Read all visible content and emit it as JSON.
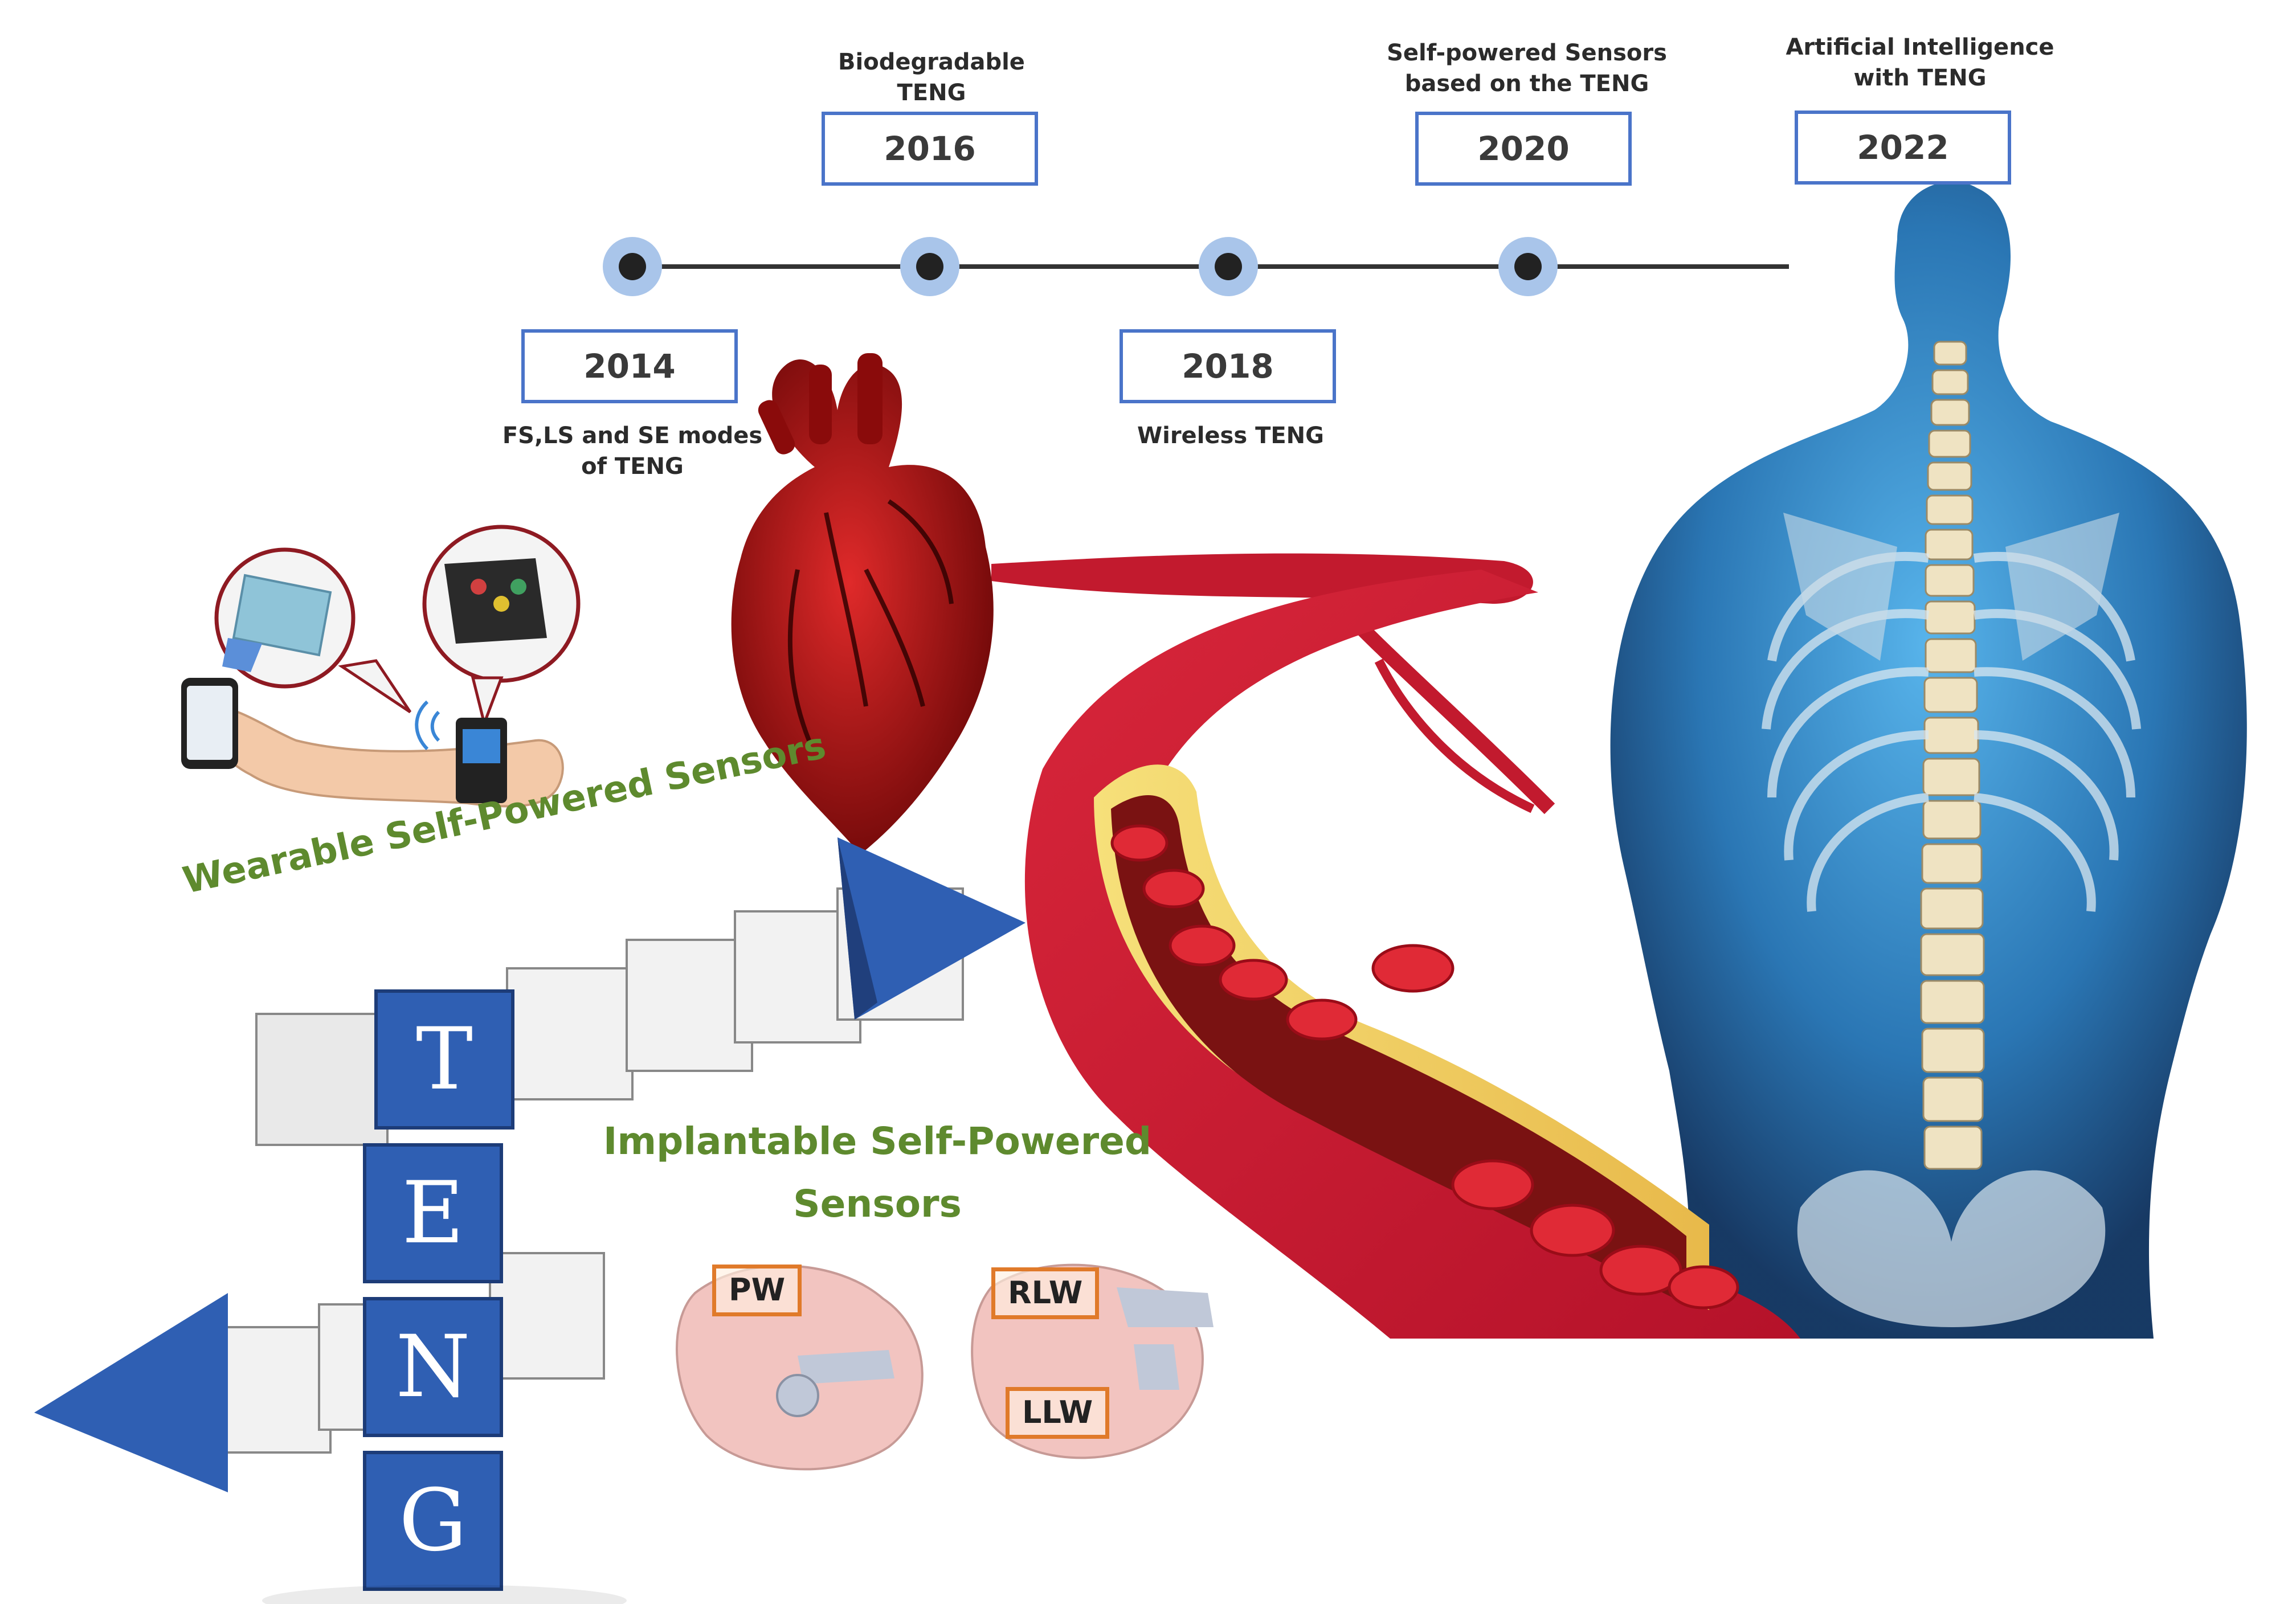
{
  "timeline": {
    "milestones": [
      {
        "year": "2014",
        "caption": "FS,LS and SE modes\nof TENG"
      },
      {
        "year": "2016",
        "caption": "Biodegradable\nTENG"
      },
      {
        "year": "2018",
        "caption": "Wireless TENG"
      },
      {
        "year": "2020",
        "caption": "Self-powered Sensors\nbased on the TENG"
      },
      {
        "year": "2022",
        "caption": "Artificial Intelligence\nwith TENG"
      }
    ]
  },
  "labels": {
    "wearable": "Wearable Self-Powered Sensors",
    "implantable_line1": "Implantable Self-Powered",
    "implantable_line2": "Sensors"
  },
  "teng_letters": [
    "T",
    "E",
    "N",
    "G"
  ],
  "heart_tags": [
    "PW",
    "RLW",
    "LLW"
  ],
  "colors": {
    "timeline_accent": "#4a74c9",
    "cube_blue": "#2f5fb3",
    "label_green": "#5e8a2e",
    "tag_orange": "#e07a2a",
    "heart_red": "#c0161a",
    "body_blue": "#1f6fb0"
  }
}
